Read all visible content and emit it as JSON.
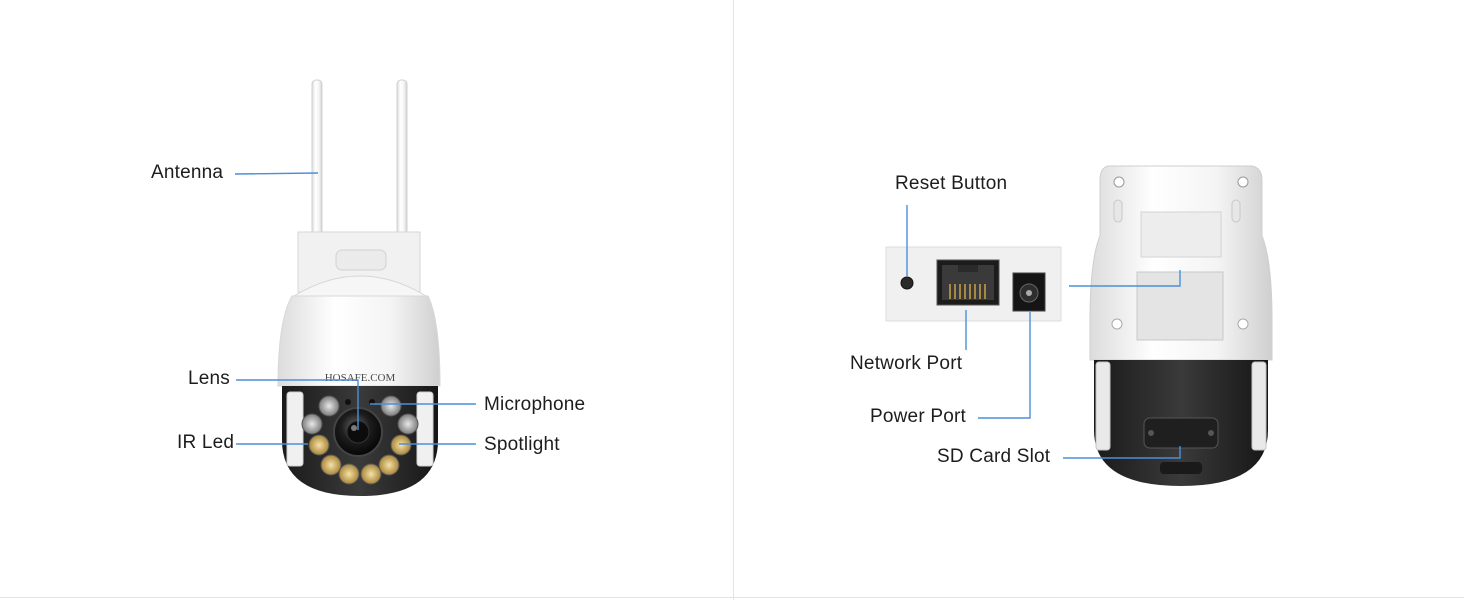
{
  "brand_text": "HOSAFE.COM",
  "left_panel": {
    "labels": {
      "antenna": "Antenna",
      "lens": "Lens",
      "ir_led": "IR Led",
      "microphone": "Microphone",
      "spotlight": "Spotlight"
    }
  },
  "right_panel": {
    "labels": {
      "reset_button": "Reset Button",
      "network_port": "Network Port",
      "power_port": "Power Port",
      "sd_card_slot": "SD Card Slot"
    }
  },
  "colors": {
    "callout_line": "#4a90d9",
    "housing": "#f2f2f2",
    "dark_shell": "#2b2b2b",
    "warm_led": "#c8a85a"
  }
}
